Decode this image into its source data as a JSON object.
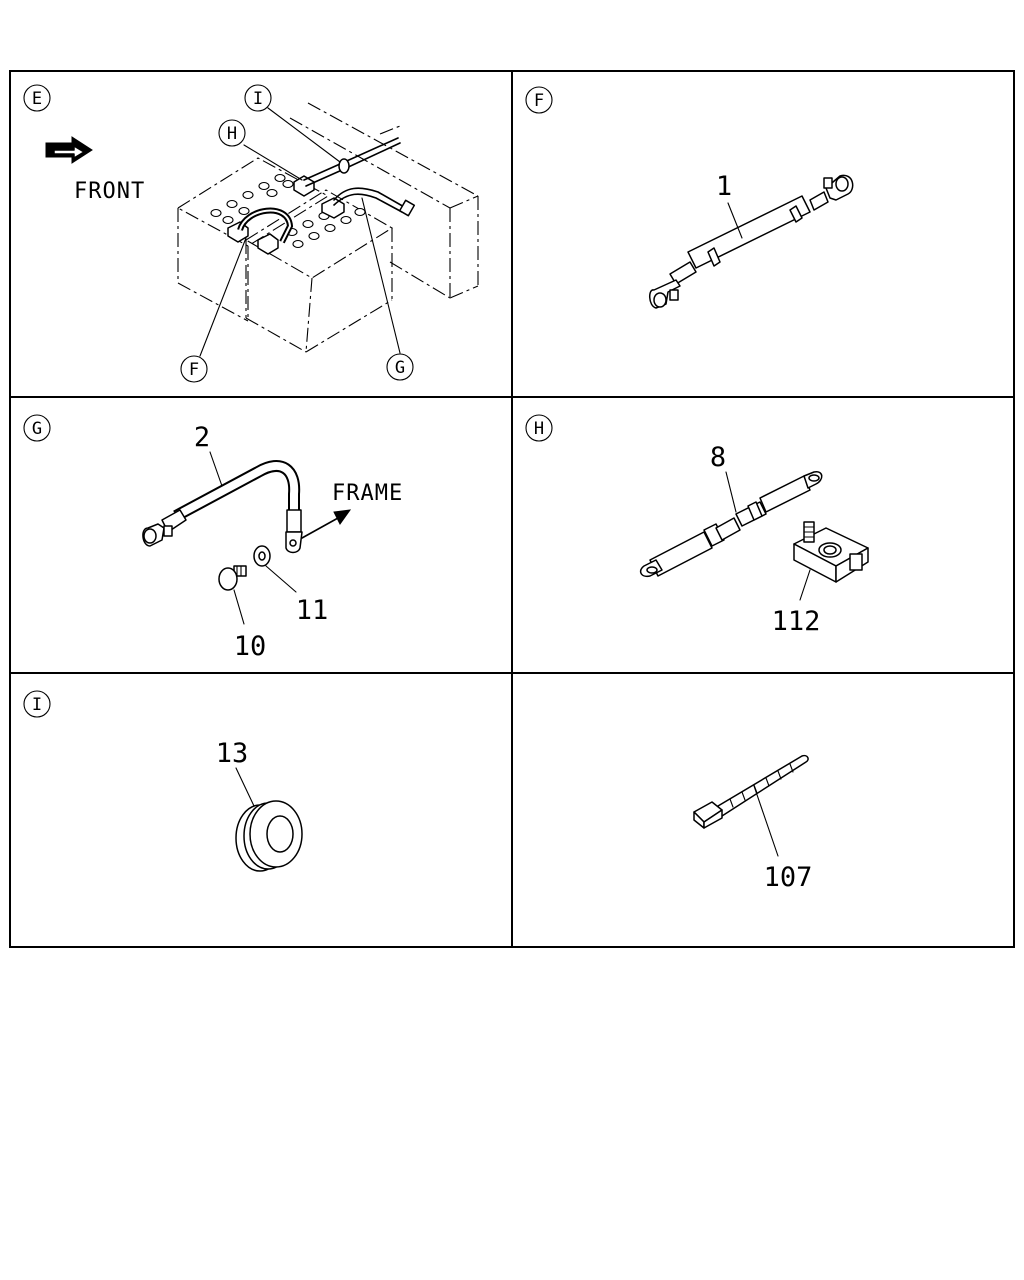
{
  "panels": {
    "E": {
      "letter": "E",
      "front_label": "FRONT",
      "callouts": {
        "I": "I",
        "H": "H",
        "F": "F",
        "G": "G"
      }
    },
    "F": {
      "letter": "F",
      "part": "1"
    },
    "G": {
      "letter": "G",
      "part_cable": "2",
      "part_bolt": "10",
      "part_washer": "11",
      "frame_label": "FRAME"
    },
    "H": {
      "letter": "H",
      "part_cable": "8",
      "part_terminal": "112"
    },
    "I": {
      "letter": "I",
      "part": "13"
    },
    "J": {
      "part": "107"
    }
  }
}
